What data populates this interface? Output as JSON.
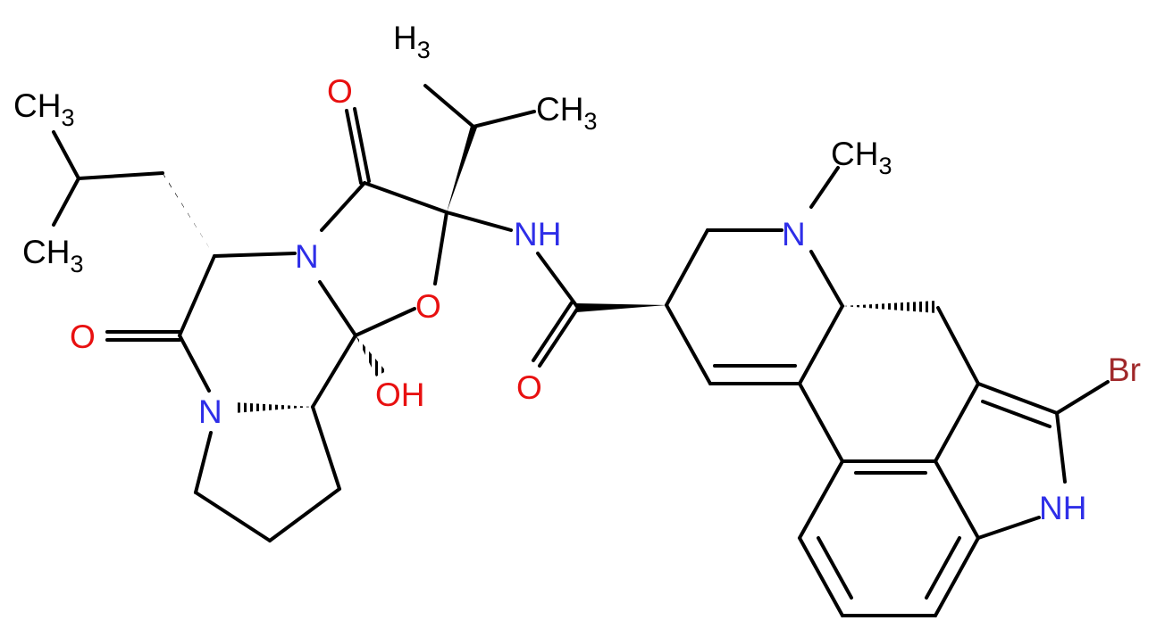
{
  "molecule": {
    "colors": {
      "bond": "#000000",
      "carbon": "#000000",
      "nitrogen": "#2e2ee8",
      "oxygen": "#e81010",
      "bromine": "#a0282a"
    },
    "labels": {
      "ch3_top": {
        "main": "H",
        "sub": "3"
      },
      "ch3_upper_right": {
        "main": "CH",
        "sub": "3"
      },
      "ch3_upper_left": {
        "main": "CH",
        "sub": "3"
      },
      "ch3_lower_left": {
        "main": "CH",
        "sub": "3"
      },
      "ch3_n_methyl": {
        "main": "CH",
        "sub": "3"
      },
      "o_top_carbonyl": "O",
      "o_left_carbonyl": "O",
      "o_amide": "O",
      "o_ring": "O",
      "n_ring_center": "N",
      "n_pyrrolidine": "N",
      "nh_amide": "NH",
      "n_methyl_amine": "N",
      "nh_indole": "NH",
      "oh": "OH",
      "br": "Br"
    }
  }
}
